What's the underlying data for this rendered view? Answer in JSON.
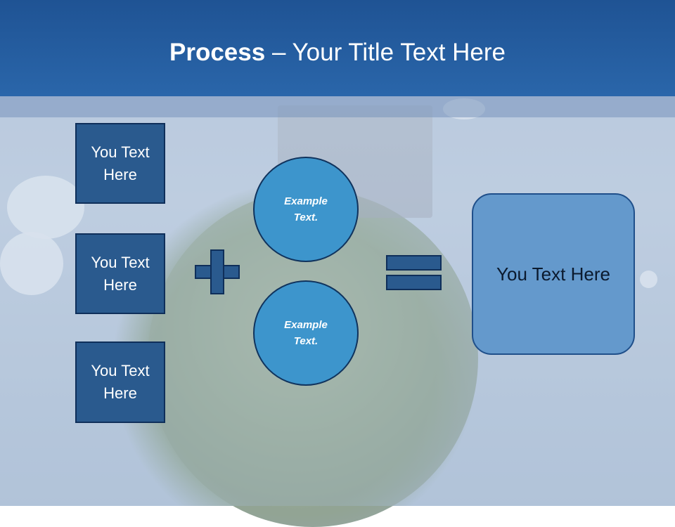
{
  "slide": {
    "title_bold": "Process",
    "title_rest": " – Your Title Text Here",
    "left_boxes": [
      "You Text Here",
      "You Text Here",
      "You Text Here"
    ],
    "circles": [
      "Example Text.",
      "Example Text."
    ],
    "result_text": "You Text Here"
  },
  "colors": {
    "header": "#2a66aa",
    "box_fill": "#2a5a8e",
    "circle_fill": "#3d95cc",
    "result_fill": "#6499cc"
  },
  "icons": {
    "plus": "plus-icon",
    "equals": "equals-icon"
  }
}
